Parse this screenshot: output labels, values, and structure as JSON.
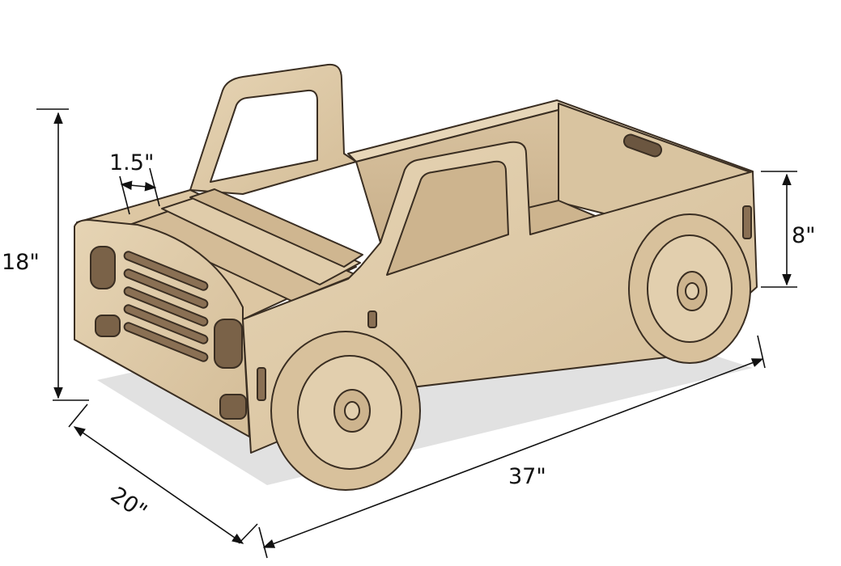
{
  "dimensions": {
    "height": "18\"",
    "width": "20\"",
    "length": "37\"",
    "side_height": "8\"",
    "slot_width": "1.5\""
  },
  "colors": {
    "wood_light": "#e2cfae",
    "wood_mid": "#d3bc97",
    "wood_dark": "#b49874",
    "edge": "#3a2e22",
    "shadow": "#d9d9d9",
    "dimension_line": "#111111"
  }
}
